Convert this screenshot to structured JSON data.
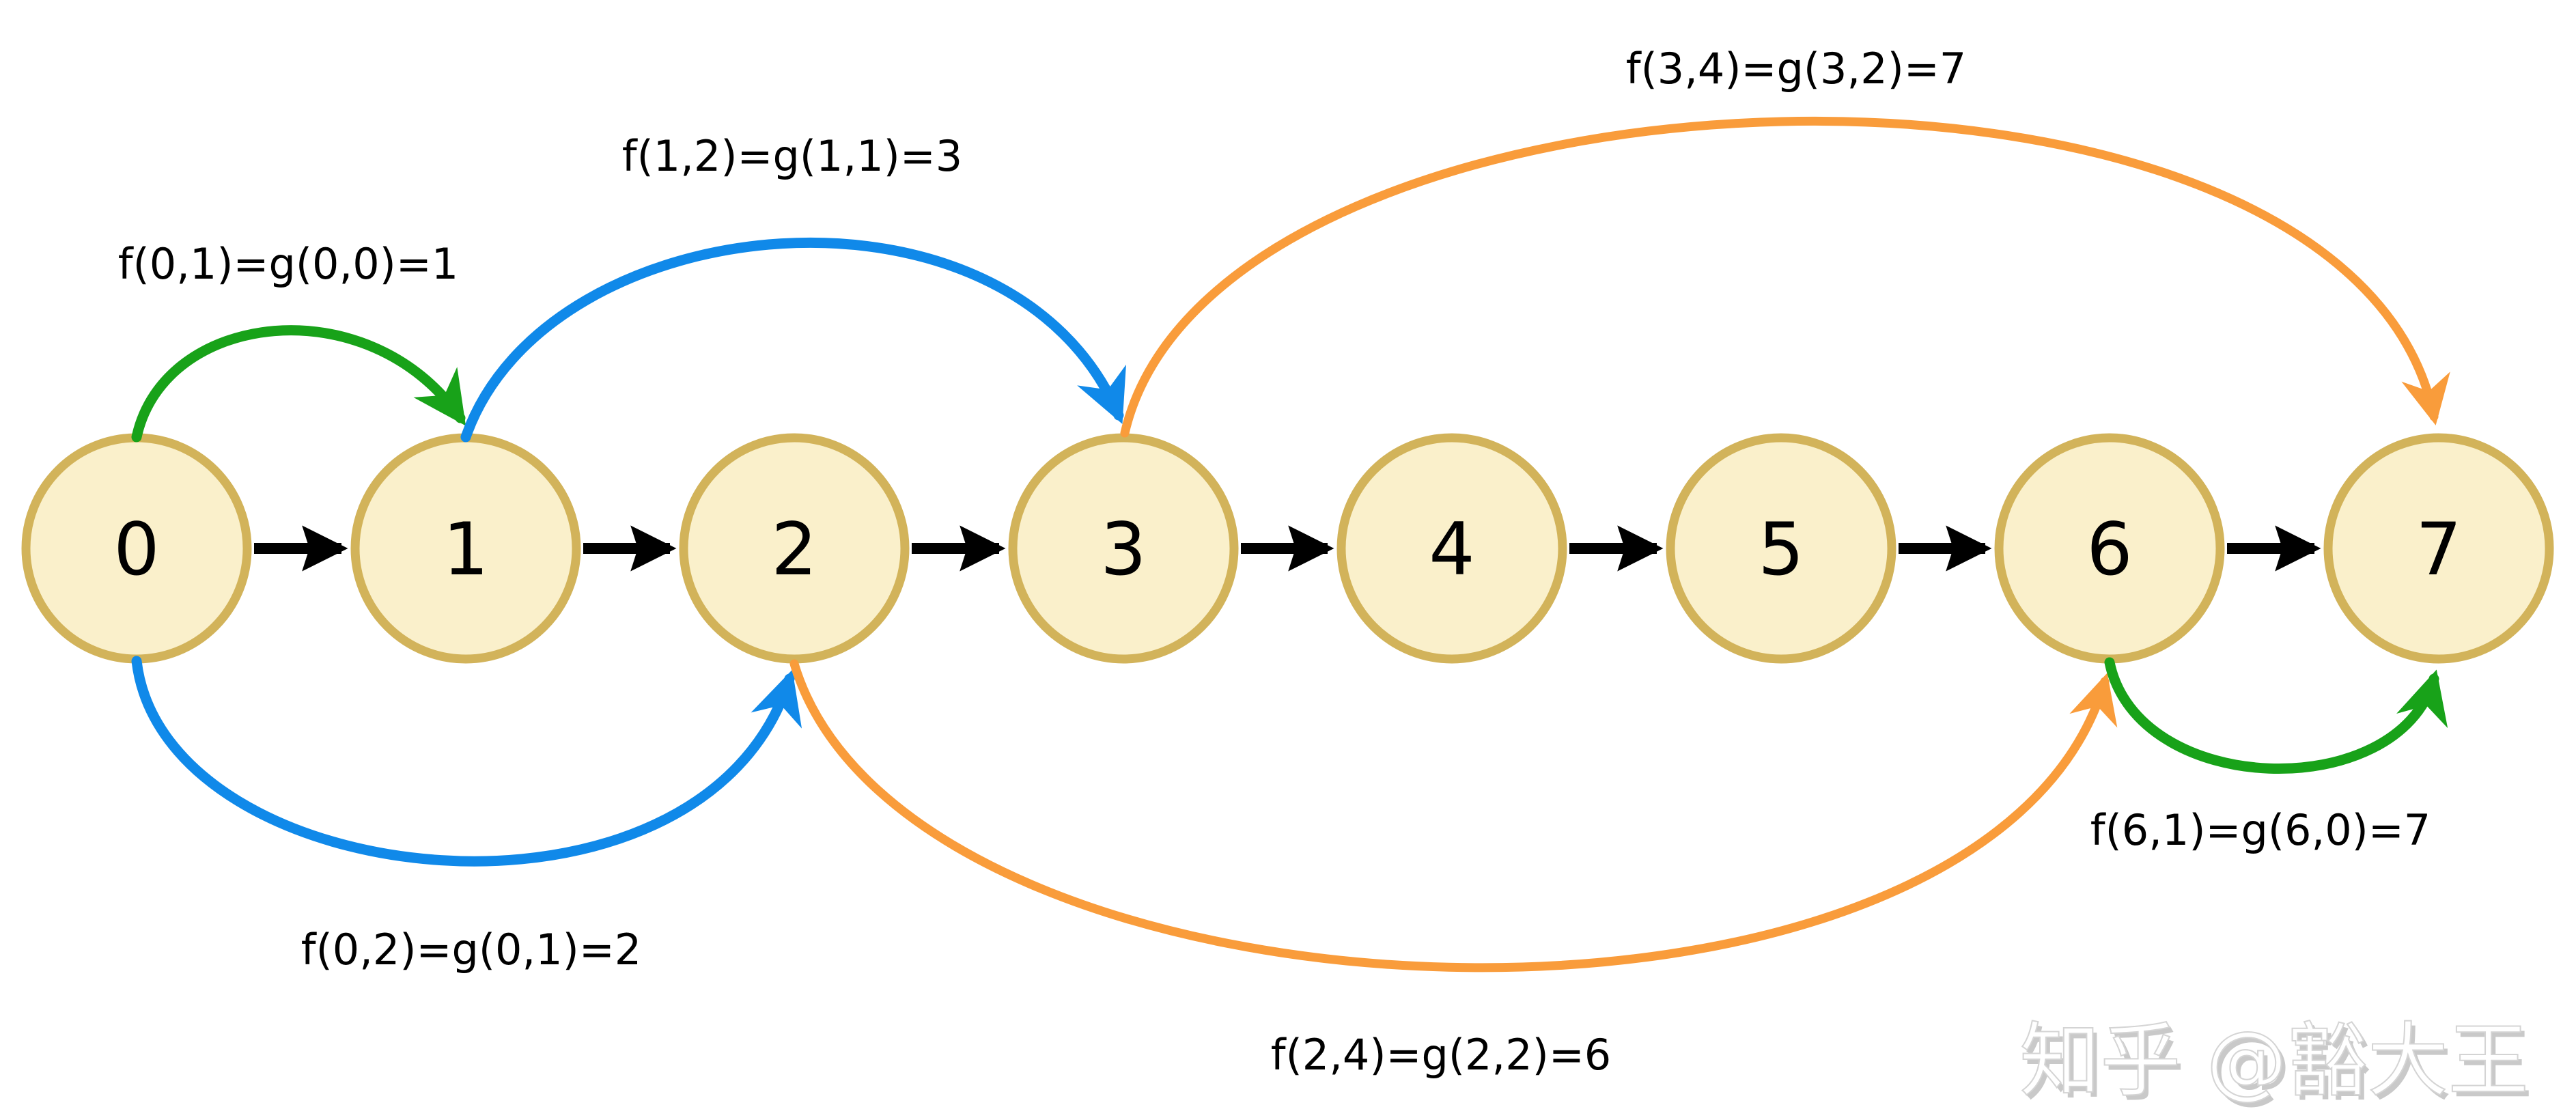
{
  "diagram": {
    "title": "dp-chain-diagram",
    "background": "#ffffff",
    "nodes": [
      {
        "label": "0"
      },
      {
        "label": "1"
      },
      {
        "label": "2"
      },
      {
        "label": "3"
      },
      {
        "label": "4"
      },
      {
        "label": "5"
      },
      {
        "label": "6"
      },
      {
        "label": "7"
      }
    ],
    "chain_edges": [
      {
        "from": "0",
        "to": "1"
      },
      {
        "from": "1",
        "to": "2"
      },
      {
        "from": "2",
        "to": "3"
      },
      {
        "from": "3",
        "to": "4"
      },
      {
        "from": "4",
        "to": "5"
      },
      {
        "from": "5",
        "to": "6"
      },
      {
        "from": "6",
        "to": "7"
      }
    ],
    "arcs": [
      {
        "label": "f(0,1)=g(0,0)=1",
        "from": "0",
        "to": "1",
        "side": "top",
        "color": "#18A219"
      },
      {
        "label": "f(1,2)=g(1,1)=3",
        "from": "1",
        "to": "3",
        "side": "top",
        "color": "#1089E9"
      },
      {
        "label": "f(3,4)=g(3,2)=7",
        "from": "3",
        "to": "7",
        "side": "top",
        "color": "#F99C3B"
      },
      {
        "label": "f(0,2)=g(0,1)=2",
        "from": "0",
        "to": "2",
        "side": "bottom",
        "color": "#1089E9"
      },
      {
        "label": "f(2,4)=g(2,2)=6",
        "from": "2",
        "to": "6",
        "side": "bottom",
        "color": "#F99C3B"
      },
      {
        "label": "f(6,1)=g(6,0)=7",
        "from": "6",
        "to": "7",
        "side": "bottom",
        "color": "#18A219"
      }
    ],
    "colors": {
      "node_fill": "#FAF0CB",
      "node_border": "#D2B35A",
      "chain_arrow": "#000000",
      "green": "#18A219",
      "blue": "#1089E9",
      "orange": "#F99C3B",
      "label_text": "#000000",
      "watermark": "#C9C9C9"
    }
  },
  "watermark": {
    "text": "知乎 @豁大王"
  }
}
